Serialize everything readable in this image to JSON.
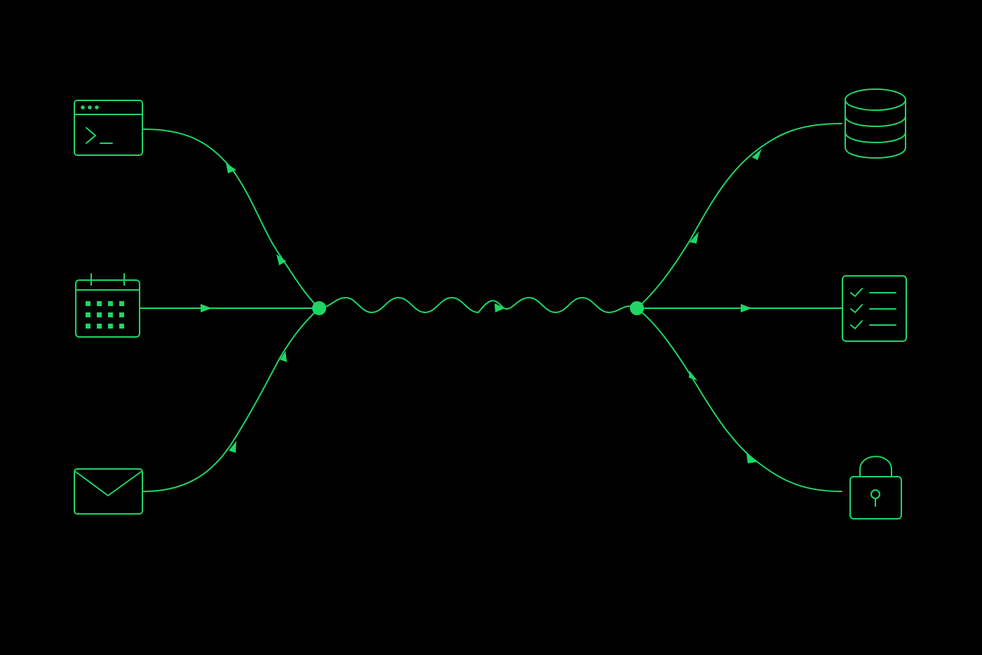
{
  "colors": {
    "background": "#000000",
    "accent": "#1fd665"
  },
  "inputs": [
    {
      "id": "terminal",
      "icon": "terminal-window-icon"
    },
    {
      "id": "calendar",
      "icon": "calendar-icon"
    },
    {
      "id": "email",
      "icon": "envelope-icon"
    }
  ],
  "outputs": [
    {
      "id": "database",
      "icon": "database-icon"
    },
    {
      "id": "checklist",
      "icon": "checklist-icon"
    },
    {
      "id": "lock",
      "icon": "padlock-icon"
    }
  ],
  "hubs": [
    {
      "id": "merge",
      "icon": "merge-node"
    },
    {
      "id": "split",
      "icon": "split-node"
    }
  ],
  "connection": {
    "style": "wavy",
    "direction": "left-to-right"
  }
}
